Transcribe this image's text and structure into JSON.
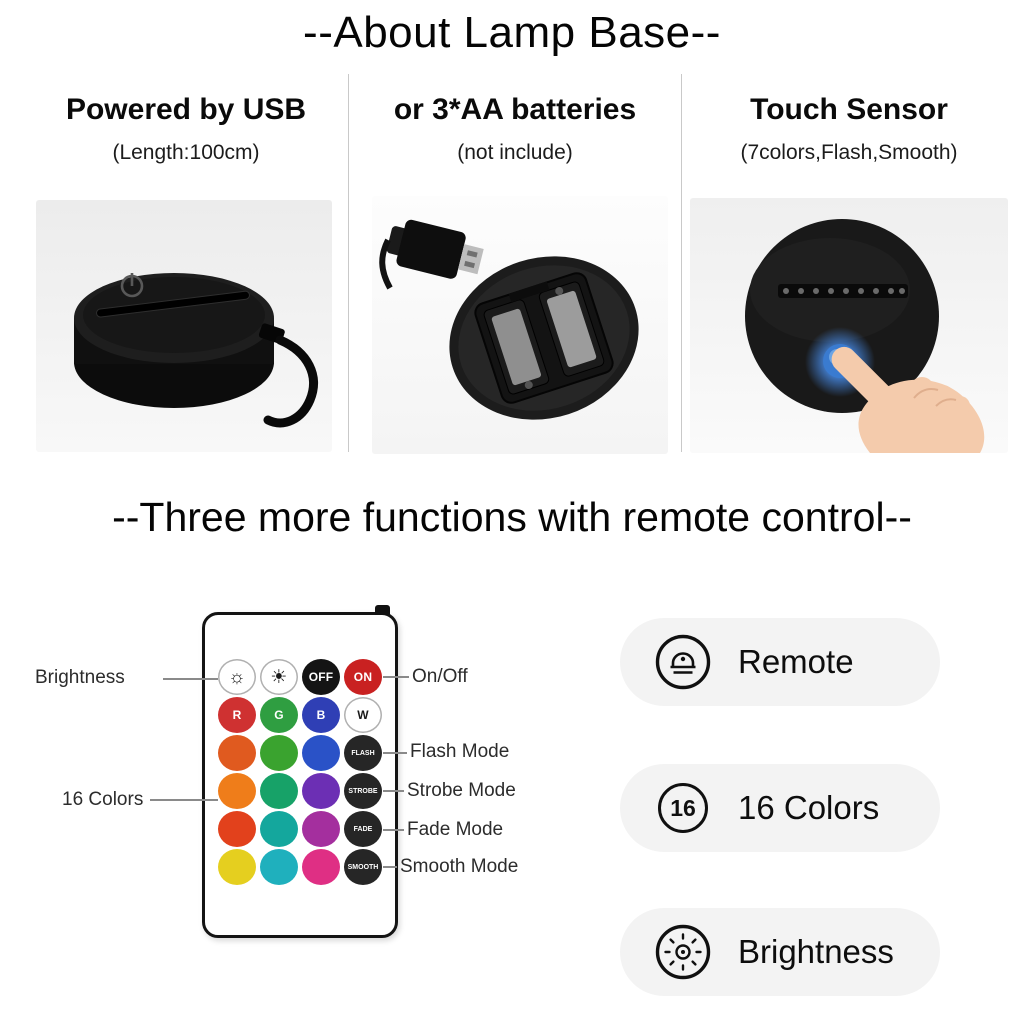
{
  "header": {
    "title": "--About Lamp Base--"
  },
  "panels": [
    {
      "heading": "Powered by USB",
      "subheading": "(Length:100cm)"
    },
    {
      "heading": "or 3*AA batteries",
      "subheading": "(not include)"
    },
    {
      "heading": "Touch Sensor",
      "subheading": "(7colors,Flash,Smooth)"
    }
  ],
  "section2": {
    "title": "--Three more functions with remote control--"
  },
  "remote": {
    "callouts": {
      "brightness": "Brightness",
      "on_off": "On/Off",
      "flash": "Flash Mode",
      "strobe": "Strobe Mode",
      "fade": "Fade Mode",
      "smooth": "Smooth Mode",
      "colors16": "16 Colors"
    },
    "buttons": [
      {
        "name": "brightness-dim-button",
        "glyph": "☼",
        "bg": "#ffffff",
        "fg": "#1a1a1a",
        "border": "#b0b0b0"
      },
      {
        "name": "brightness-bright-button",
        "glyph": "☀",
        "bg": "#ffffff",
        "fg": "#1a1a1a",
        "border": "#b0b0b0"
      },
      {
        "name": "off-button",
        "label": "OFF",
        "bg": "#141414",
        "fg": "#ffffff"
      },
      {
        "name": "on-button",
        "label": "ON",
        "bg": "#c92121",
        "fg": "#ffffff"
      },
      {
        "name": "red-button",
        "label": "R",
        "bg": "#cf3131",
        "fg": "#ffffff"
      },
      {
        "name": "green-button",
        "label": "G",
        "bg": "#2f9e41",
        "fg": "#ffffff"
      },
      {
        "name": "blue-button",
        "label": "B",
        "bg": "#2f3fb5",
        "fg": "#ffffff"
      },
      {
        "name": "white-button",
        "label": "W",
        "bg": "#ffffff",
        "fg": "#1a1a1a",
        "border": "#b0b0b0"
      },
      {
        "name": "color-swatch-button",
        "bg": "#e05a1f"
      },
      {
        "name": "color-swatch-button",
        "bg": "#3aa32f"
      },
      {
        "name": "color-swatch-button",
        "bg": "#2a52c7"
      },
      {
        "name": "flash-mode-button",
        "label": "FLASH",
        "bg": "#262626",
        "fg": "#ffffff",
        "small": true
      },
      {
        "name": "color-swatch-button",
        "bg": "#ef7d1a"
      },
      {
        "name": "color-swatch-button",
        "bg": "#17a268"
      },
      {
        "name": "color-swatch-button",
        "bg": "#6c2fb4"
      },
      {
        "name": "strobe-mode-button",
        "label": "STROBE",
        "bg": "#262626",
        "fg": "#ffffff",
        "small": true
      },
      {
        "name": "color-swatch-button",
        "bg": "#e2411c"
      },
      {
        "name": "color-swatch-button",
        "bg": "#14a79d"
      },
      {
        "name": "color-swatch-button",
        "bg": "#a42f9e"
      },
      {
        "name": "fade-mode-button",
        "label": "FADE",
        "bg": "#262626",
        "fg": "#ffffff",
        "small": true
      },
      {
        "name": "color-swatch-button",
        "bg": "#e5cf1f"
      },
      {
        "name": "color-swatch-button",
        "bg": "#1fb0bd"
      },
      {
        "name": "color-swatch-button",
        "bg": "#df2f84"
      },
      {
        "name": "smooth-mode-button",
        "label": "SMOOTH",
        "bg": "#262626",
        "fg": "#ffffff",
        "small": true
      }
    ]
  },
  "features": [
    {
      "icon": "remote-icon",
      "label": "Remote"
    },
    {
      "icon": "sixteen-colors-icon",
      "label": "16 Colors",
      "badge": "16"
    },
    {
      "icon": "brightness-icon",
      "label": "Brightness"
    }
  ],
  "accents": {
    "on_button_red": "#c92121",
    "touch_glow_blue": "#3a7bd0",
    "pill_background": "#f3f3f3"
  }
}
